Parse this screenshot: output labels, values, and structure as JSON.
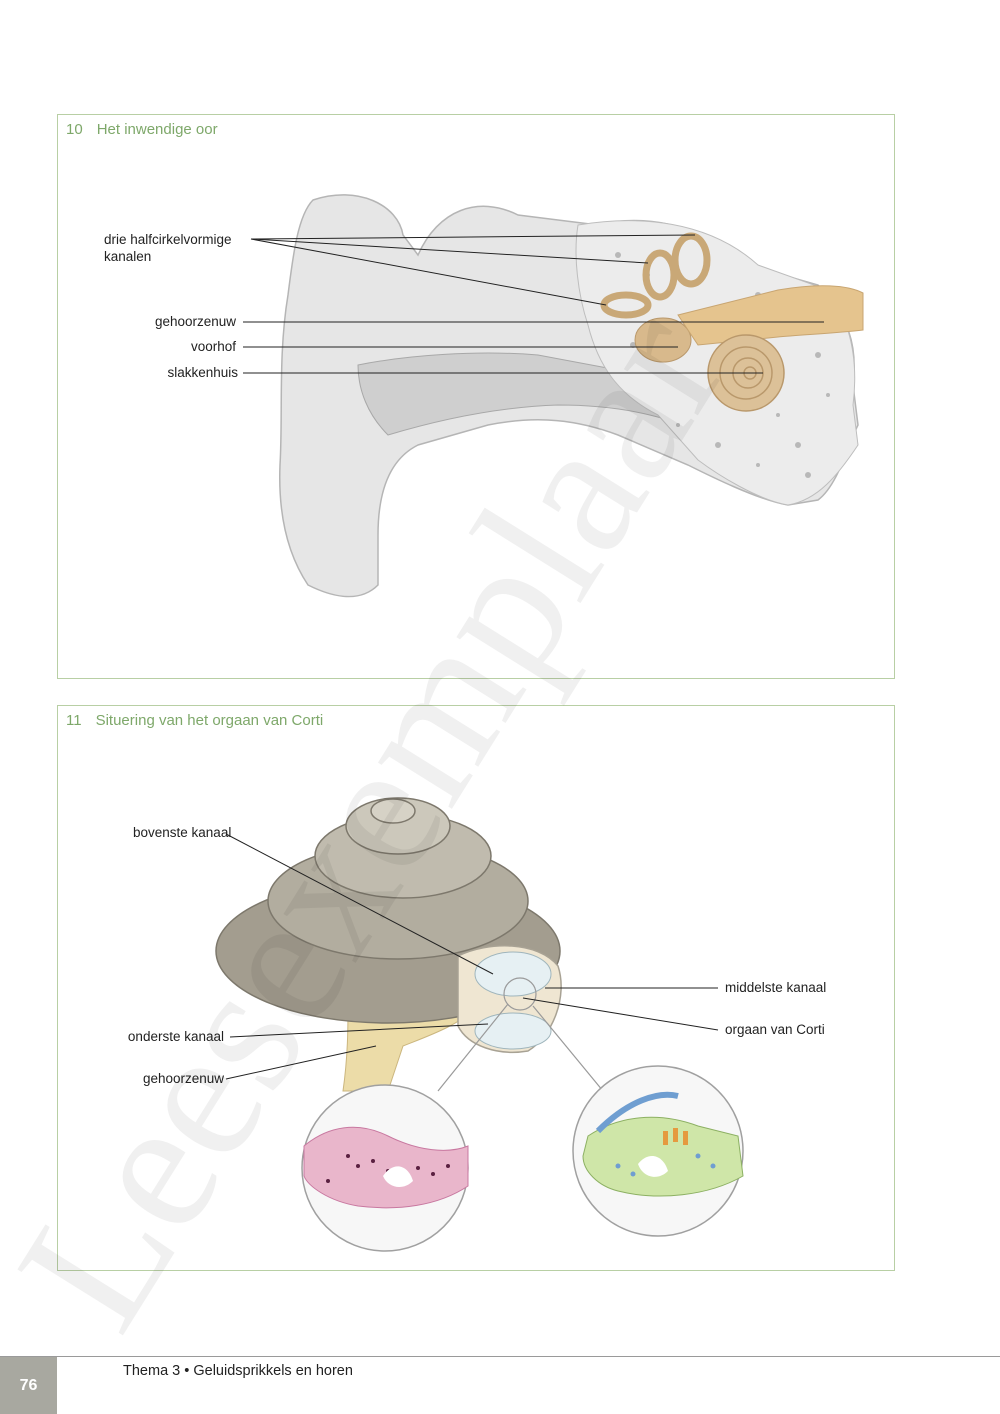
{
  "figure10": {
    "number": "10",
    "title": "Het inwendige oor",
    "labels": {
      "canals_line1": "drie halfcirkelvormige",
      "canals_line2": "kanalen",
      "nerve": "gehoorzenuw",
      "vestibule": "voorhof",
      "cochlea": "slakkenhuis"
    }
  },
  "figure11": {
    "number": "11",
    "title": "Situering van het orgaan van Corti",
    "labels": {
      "upper_canal": "bovenste kanaal",
      "middle_canal": "middelste kanaal",
      "organ_corti": "orgaan van Corti",
      "lower_canal": "onderste kanaal",
      "nerve": "gehoorzenuw"
    }
  },
  "footer": {
    "page_number": "76",
    "theme": "Thema 3 • Geluidsprikkels en horen"
  },
  "watermark": "Leesexemplaar",
  "colors": {
    "frame": "#b8cfa4",
    "caption": "#7ea86a",
    "bone": "#d9d9d9",
    "inner_ear": "#d8b98c",
    "cochlea_shell": "#a8a294"
  }
}
